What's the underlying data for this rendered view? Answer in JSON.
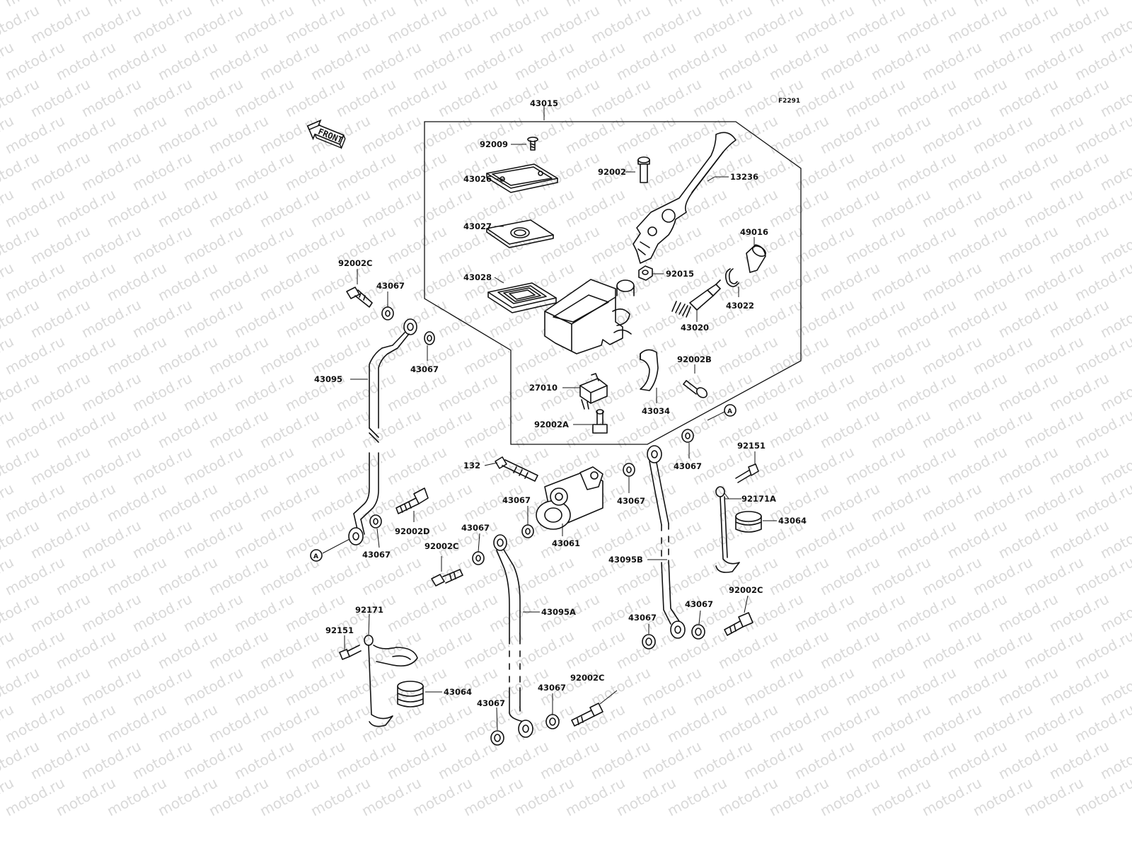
{
  "watermark": "motod.ru",
  "figure_code": "F2291",
  "front_label": "FRONT",
  "ref_A": "A",
  "labels": {
    "p43015": "43015",
    "p92009": "92009",
    "p43026": "43026",
    "p43027": "43027",
    "p43028": "43028",
    "p92002": "92002",
    "p13236": "13236",
    "p49016": "49016",
    "p92015": "92015",
    "p43022": "43022",
    "p43020": "43020",
    "p92002B": "92002B",
    "p27010": "27010",
    "p43034": "43034",
    "p92002A": "92002A",
    "p92002C_a": "92002C",
    "p43067_a": "43067",
    "p43067_b": "43067",
    "p43095": "43095",
    "p43067_c": "43067",
    "p92151_a": "92151",
    "p92171A": "92171A",
    "p43064_a": "43064",
    "p132": "132",
    "p43067_d": "43067",
    "p43061": "43061",
    "p43067_e": "43067",
    "p92002D": "92002D",
    "p43067_f": "43067",
    "p92002C_b": "92002C",
    "p43067_g": "43067",
    "p43095B": "43095B",
    "p43095A": "43095A",
    "p92002C_c": "92002C",
    "p43067_h": "43067",
    "p43067_i": "43067",
    "p92171": "92171",
    "p92151_b": "92151",
    "p43064_b": "43064",
    "p43067_j": "43067",
    "p43067_k": "43067",
    "p92002C_d": "92002C"
  }
}
